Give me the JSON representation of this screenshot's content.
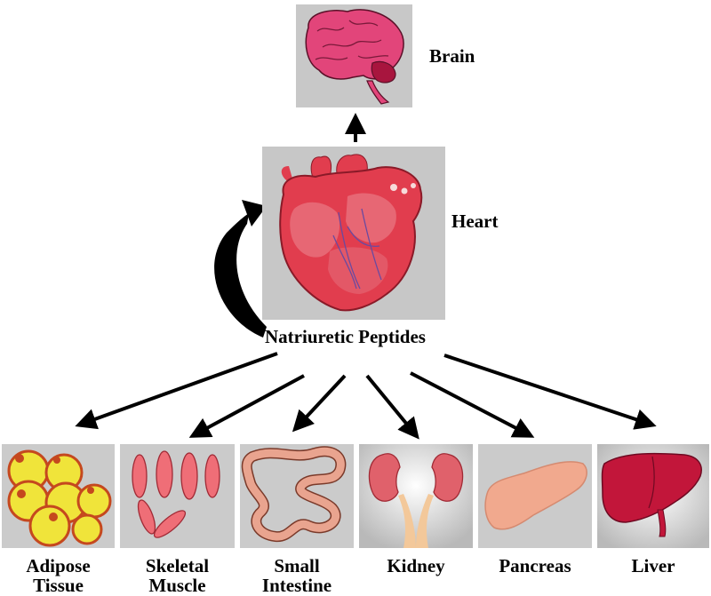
{
  "labels": {
    "brain": "Brain",
    "heart": "Heart",
    "natriuretic_peptides": "Natriuretic Peptides"
  },
  "targets": [
    {
      "line1": "Adipose",
      "line2": "Tissue"
    },
    {
      "line1": "Skeletal",
      "line2": "Muscle"
    },
    {
      "line1": "Small",
      "line2": "Intestine"
    },
    {
      "line1": "Kidney",
      "line2": ""
    },
    {
      "line1": "Pancreas",
      "line2": ""
    },
    {
      "line1": "Liver",
      "line2": ""
    }
  ],
  "colors": {
    "arrow": "#000000",
    "panel_gray": "#c7c7c7",
    "brain": "#e2457a",
    "heart": "#e13d4e",
    "fat": "#f0e43a",
    "muscle": "#ef6e77",
    "intestine": "#e9a48f",
    "kidney": "#e0616b",
    "pancreas": "#f1a98e",
    "liver": "#c2163a"
  }
}
